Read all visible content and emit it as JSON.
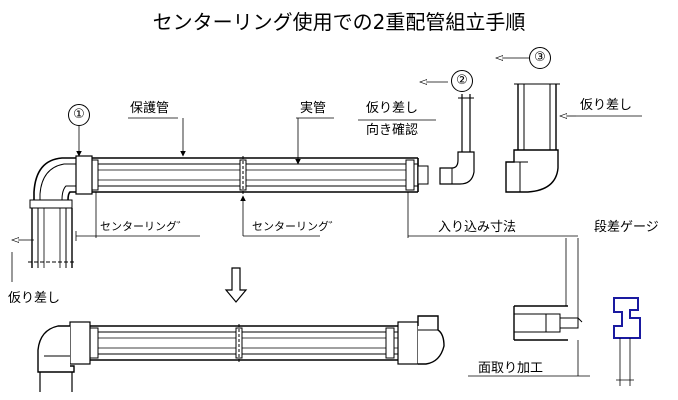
{
  "title": "センターリング使用での2重配管組立手順",
  "steps": [
    "①",
    "②",
    "③"
  ],
  "labels": {
    "protective_pipe": "保護管",
    "real_pipe": "実管",
    "temp_insert_direction": "仮り差し",
    "orientation_check": "向き確認",
    "temp_insert_top": "仮り差し",
    "temp_insert_left": "仮り差し",
    "centering_left": "センターリング゛",
    "centering_mid": "センターリング゛",
    "insertion_dimension": "入り込み寸法",
    "step_gauge": "段差ゲージ",
    "chamfering": "面取り加工"
  }
}
